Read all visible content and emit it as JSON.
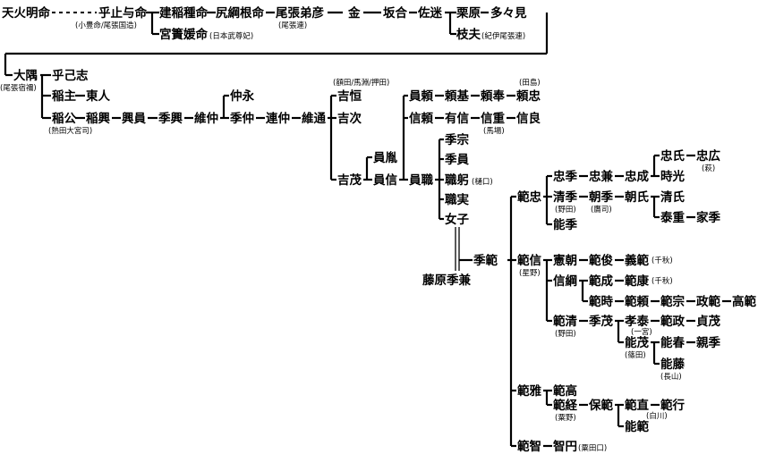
{
  "people": {
    "amenohoakari": "天火明命",
    "oyoyo": "乎止与命",
    "oyoyo_note": "(小豊命/尾張国造)",
    "takeinadane": "建稲種命",
    "shirizuna": "尻綱根命",
    "owari_oto": "尾張弟彦",
    "owari_oto_note": "(尾張連)",
    "kin": "金",
    "sakaai": "坂合",
    "samei": "佐迷",
    "kurihara": "栗原",
    "tatami": "多々見",
    "miyasu": "宮簀媛命",
    "miyasu_note": "(日本武尊妃)",
    "edao": "枝夫",
    "edao_note": "(紀伊尾張連)",
    "osumi": "大隅",
    "osumi_note": "(尾張宿禰)",
    "kokoshi": "乎己志",
    "inanushi": "稲主",
    "tojin": "東人",
    "inakimi": "稲公",
    "inakimi_note": "(熱田大宮司)",
    "inaoki": "稲興",
    "okikazu": "興員",
    "suetoki": "季興",
    "korenaka": "維仲",
    "nakanaga": "仲永",
    "suenaka": "季仲",
    "tsuranaka": "連仲",
    "koremichi": "維通",
    "yoshitsune": "吉恒",
    "yoshitsune_note": "(額田/馬淵/押田)",
    "yoshitsugu": "吉次",
    "yoshishige": "吉茂",
    "kazutane": "員胤",
    "kazunobu": "員信",
    "kazuyori": "員頼",
    "yorimoto": "頼基",
    "yorihou": "頼奉",
    "yoritada": "頼忠",
    "yoritada_note": "(田島)",
    "nobuyori": "信頼",
    "arinobu": "有信",
    "nobushige": "信重",
    "nobushige_note": "(馬場)",
    "nobuyoshi": "信良",
    "kazumoto": "員職",
    "suemune": "季宗",
    "suekazu": "季員",
    "moto_i": "職躬",
    "moto_i_note": "(樋口)",
    "motozane": "職実",
    "joshi": "女子",
    "fujiwara": "藤原季兼",
    "suenori": "季範",
    "noritada": "範忠",
    "tadasue": "忠季",
    "tadakane": "忠兼",
    "tadanari": "忠成",
    "tadauji": "忠氏",
    "tadahiro": "忠広",
    "tadahiro_note": "(萩)",
    "tokimitsu": "時光",
    "kiyosue": "清季",
    "kiyosue_note": "(野田)",
    "tomosue": "朝季",
    "tomosue_note": "(鷹司)",
    "tomouji": "朝氏",
    "kiyouji": "清氏",
    "yasushige": "泰重",
    "iesue": "家季",
    "yoshisue": "能季",
    "norinobu": "範信",
    "norinobu_note": "(星野)",
    "noritomo": "憲朝",
    "noritoshi": "範俊",
    "yoshinori": "義範",
    "yoshinori_note": "(千秋)",
    "nobutsuna": "信綱",
    "norinari": "範成",
    "noriyasu": "範康",
    "noriyasu_note": "(千秋)",
    "noritoki": "範時",
    "noriyori": "範頼",
    "norimune": "範宗",
    "masanori": "政範",
    "takanori": "高範",
    "norikiyo": "範清",
    "norikiyo_note": "(野田)",
    "suemochi": "季茂",
    "takayasu": "孝泰",
    "takayasu_note": "(一宮)",
    "norimasa": "範政",
    "sadashige": "貞茂",
    "yoshishige2": "能茂",
    "yoshishige2_note": "(篠田)",
    "yoshiharu": "能春",
    "chikasue": "親季",
    "yoshifuji": "能藤",
    "yoshifuji_note": "(長山)",
    "norimasa2": "範雅",
    "noritaka": "範高",
    "noritsune": "範経",
    "noritsune_note": "(粟野)",
    "yasunori": "保範",
    "norinao": "範直",
    "noriyuki": "範行",
    "noriyuki_note": "(白川)",
    "yoshinori2": "能範",
    "noritomo2": "範智",
    "tomomaru": "智円",
    "tomomaru_note": "(粟田口)"
  }
}
